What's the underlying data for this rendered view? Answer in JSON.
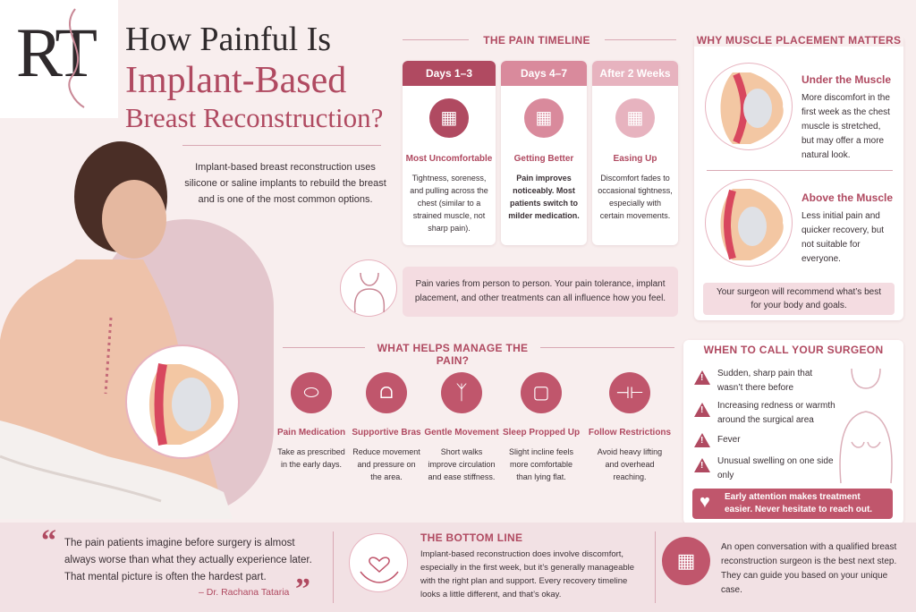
{
  "logo": {
    "letters": "RT"
  },
  "header": {
    "line1": "How Painful Is",
    "line2": "Implant-Based",
    "line3": "Breast Reconstruction?",
    "intro": "Implant-based breast reconstruction uses silicone or saline implants to rebuild the breast and is one of the most common options."
  },
  "timeline": {
    "title": "THE PAIN TIMELINE",
    "cards": [
      {
        "label": "Days 1–3",
        "heading": "Most Uncomfortable",
        "text": "Tightness, soreness, and pulling across the chest (similar to a strained muscle, not sharp pain)."
      },
      {
        "label": "Days 4–7",
        "heading": "Getting Better",
        "text": "Pain improves noticeably. Most patients switch to milder medication."
      },
      {
        "label": "After 2 Weeks",
        "heading": "Easing Up",
        "text": "Discomfort fades to occasional tightness, especially with certain movements."
      }
    ],
    "note": "Pain varies from person to person. Your pain tolerance, implant placement, and other treatments can all influence how you feel."
  },
  "placement": {
    "title": "WHY MUSCLE PLACEMENT MATTERS",
    "items": [
      {
        "heading": "Under the Muscle",
        "text": "More discomfort in the first week as the chest muscle is stretched, but may offer a more natural look."
      },
      {
        "heading": "Above the Muscle",
        "text": "Less initial pain and quicker recovery, but not suitable for everyone."
      }
    ],
    "note": "Your surgeon will recommend what’s best for your body and goals."
  },
  "manage": {
    "title": "WHAT HELPS MANAGE THE PAIN?",
    "items": [
      {
        "heading": "Pain Medication",
        "text": "Take as prescribed in the early days."
      },
      {
        "heading": "Supportive Bras",
        "text": "Reduce movement and pressure on the area."
      },
      {
        "heading": "Gentle Movement",
        "text": "Short walks improve circulation and ease stiffness."
      },
      {
        "heading": "Sleep Propped Up",
        "text": "Slight incline feels more comfortable than lying flat."
      },
      {
        "heading": "Follow Restrictions",
        "text": "Avoid heavy lifting and overhead reaching."
      }
    ]
  },
  "call": {
    "title": "WHEN TO CALL YOUR SURGEON",
    "items": [
      "Sudden, sharp pain that wasn’t there before",
      "Increasing redness or warmth around the surgical area",
      "Fever",
      "Unusual swelling on one side only"
    ],
    "banner": "Early attention makes treatment easier. Never hesitate to reach out."
  },
  "quote": {
    "text": "The pain patients imagine before surgery is almost always worse than what they actually experience later. That mental picture is often the hardest part.",
    "author": "– Dr. Rachana Tataria"
  },
  "bottom": {
    "title": "THE BOTTOM LINE",
    "text": "Implant-based reconstruction does involve discomfort, especially in the first week, but it’s generally manageable with the right plan and support. Every recovery timeline looks a little different, and that’s okay.",
    "cta": "An open conversation with a qualified breast reconstruction surgeon is the best next step. They can guide you based on your unique case."
  },
  "colors": {
    "accent": "#b04a61",
    "accent_light": "#d98a9c",
    "accent_pale": "#e7b3bf",
    "background": "#f8eeee"
  }
}
